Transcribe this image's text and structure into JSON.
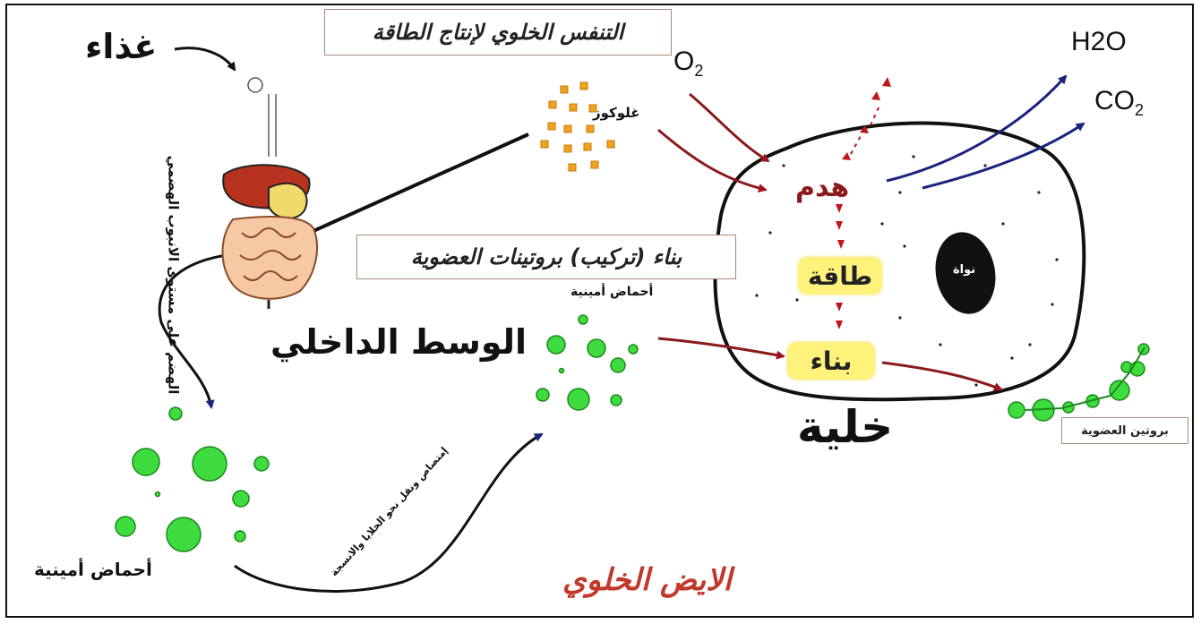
{
  "title_box": "التنفس الخلوي لإنتاج الطاقة",
  "food_label": "غذاء",
  "glucose_label": "غلوكوز",
  "building_box": "بناء  (تركيب) بروتينات العضوية",
  "amino_small_label": "أحماض أمينية",
  "internal_medium_label": "الوسط الداخلي",
  "digestion_label": "الهضم على مستوى الانبوب الهضمي",
  "amino_acids_label": "أحماض أمينية",
  "absorption_label": "إمتصاص ونقل نحو الخلايا والانسجة",
  "metabolism_label": "الايض الخلوي",
  "cell_label": "خلية",
  "catabolism_label": "هدم",
  "energy_label": "طاقة",
  "anabolism_label": "بناء",
  "nucleus_label": "نواة",
  "o2_label": "O",
  "o2_sub": "2",
  "h2o_label": "H2O",
  "co2_label": "CO",
  "co2_sub": "2",
  "protein_label": "بروتين العضوية",
  "colors": {
    "red_arrow": "#8b1a1a",
    "blue_arrow": "#1a237e",
    "green_circle": "#3fdc3f",
    "glucose": "#f0a21e",
    "metabolism_text": "#c0392b",
    "highlight": "#fff27a"
  }
}
